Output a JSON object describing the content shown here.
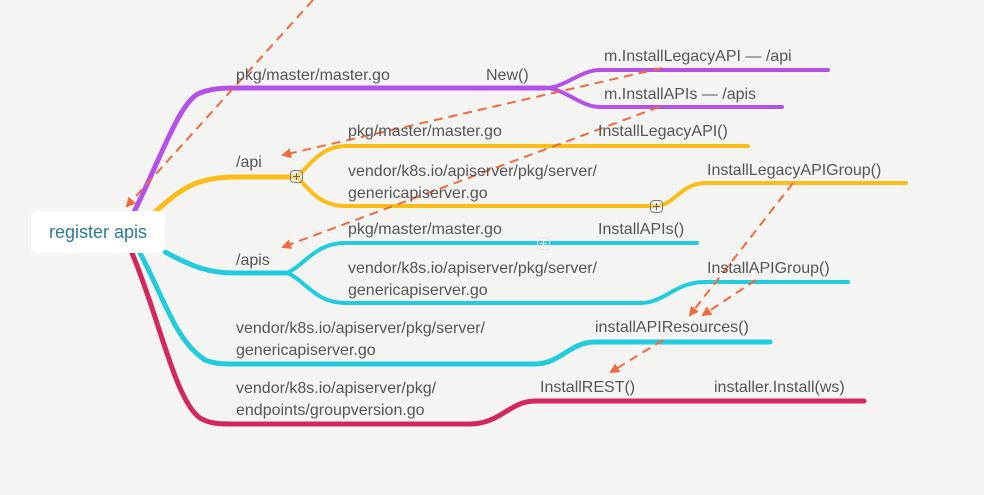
{
  "colors": {
    "background": "#f4f5f3",
    "purple": "#b452e8",
    "yellow": "#fbbd16",
    "cyan": "#22cbde",
    "crimson": "#d3285e",
    "arrow": "#f06a3e",
    "text": "#555555",
    "root_text": "#2b7a98"
  },
  "root": {
    "label": "register apis"
  },
  "branches": {
    "master": {
      "label": "pkg/master/master.go",
      "new": "New()",
      "legacy": "m.InstallLegacyAPI  — /api",
      "apis": "m.InstallAPIs — /apis"
    },
    "api": {
      "label": "/api",
      "master": "pkg/master/master.go",
      "master_fn": "InstallLegacyAPI()",
      "generic_line1": "vendor/k8s.io/apiserver/pkg/server/",
      "generic_line2": "genericapiserver.go",
      "generic_fn": "InstallLegacyAPIGroup()"
    },
    "apis": {
      "label": "/apis",
      "master": "pkg/master/master.go",
      "master_fn": "InstallAPIs()",
      "generic_line1": "vendor/k8s.io/apiserver/pkg/server/",
      "generic_line2": "genericapiserver.go",
      "generic_fn": "InstallAPIGroup()"
    },
    "generic": {
      "line1": "vendor/k8s.io/apiserver/pkg/server/",
      "line2": "genericapiserver.go",
      "fn": "installAPIResources()"
    },
    "groupversion": {
      "line1": "vendor/k8s.io/apiserver/pkg/",
      "line2": "endpoints/groupversion.go",
      "fn": "InstallREST()",
      "fn2": "installer.Install(ws)"
    }
  }
}
